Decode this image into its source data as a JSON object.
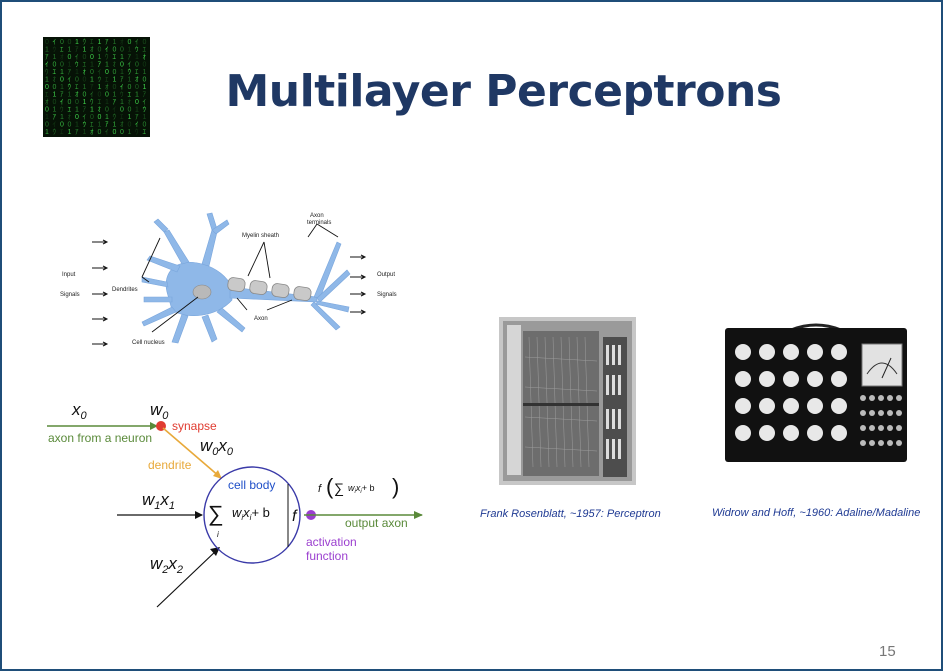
{
  "slide": {
    "title": "Multilayer Perceptrons",
    "page_number": "15"
  },
  "neuron_diagram": {
    "input_label_1": "Input",
    "input_label_2": "Signals",
    "output_label_1": "Output",
    "output_label_2": "Signals",
    "dendrites": "Dendrites",
    "myelin_sheath": "Myelin sheath",
    "axon_terminals_1": "Axon",
    "axon_terminals_2": "terminals",
    "axon": "Axon",
    "cell_nucleus": "Cell nucleus"
  },
  "perceptron_diagram": {
    "x0": "x",
    "x0_sub": "0",
    "w0": "w",
    "w0_sub": "0",
    "synapse": "synapse",
    "axon_from_neuron": "axon from a neuron",
    "w0x0": "w",
    "w0x0_sub1": "0",
    "w0x0_x": "x",
    "w0x0_sub2": "0",
    "dendrite": "dendrite",
    "cell_body": "cell body",
    "w1x1": "w",
    "w1x1_sub1": "1",
    "w1x1_x": "x",
    "w1x1_sub2": "1",
    "sum_expr": "w",
    "sum_expr_i": "i",
    "sum_expr_x": "x",
    "sum_expr_i2": "i",
    "sum_expr_b": "+ b",
    "sum_index": "i",
    "f_symbol": "f",
    "f_expr": "f",
    "f_inner": "w",
    "f_inner_i": "i",
    "f_inner_x": "x",
    "f_inner_i2": "i",
    "f_inner_b": "+ b",
    "output_axon": "output axon",
    "activation_1": "activation",
    "activation_2": "function",
    "w2x2": "w",
    "w2x2_sub1": "2",
    "w2x2_x": "x",
    "w2x2_sub2": "2",
    "colors": {
      "green": "#5a8a3a",
      "red": "#e03c31",
      "orange": "#e8a93a",
      "blue": "#1f4fc8",
      "purple": "#9b3fcf",
      "circle": "#3a3aa8"
    }
  },
  "photos": {
    "caption_1": "Frank Rosenblatt, ~1957: Perceptron",
    "caption_2": "Widrow and Hoff, ~1960: Adaline/Madaline"
  },
  "colors": {
    "title": "#1f3864",
    "border": "#1f4e79",
    "neuron_blue": "#8fb8e8",
    "caption": "#1f3a93"
  }
}
